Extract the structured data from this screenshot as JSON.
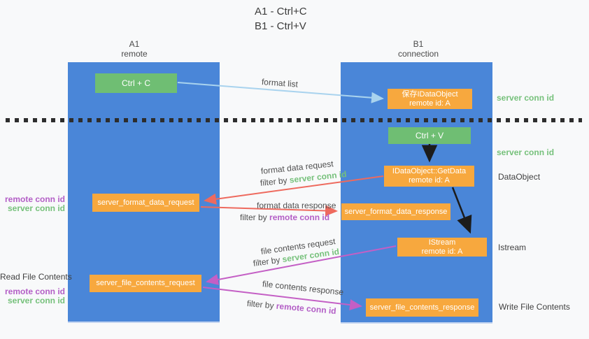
{
  "title": {
    "line1": "A1 - Ctrl+C",
    "line2": "B1 - Ctrl+V"
  },
  "columns": {
    "a1": {
      "name": "A1",
      "subtitle": "remote"
    },
    "b1": {
      "name": "B1",
      "subtitle": "connection"
    }
  },
  "nodes": {
    "ctrl_c": {
      "label": "Ctrl + C"
    },
    "save_idataobject": {
      "line1": "保存IDataObject",
      "line2": "remote id: A"
    },
    "ctrl_v": {
      "label": "Ctrl + V"
    },
    "getdata": {
      "line1": "IDataObject::GetData",
      "line2": "remote id: A"
    },
    "server_format_data_request": {
      "label": "server_format_data_request"
    },
    "server_format_data_response": {
      "label": "server_format_data_response"
    },
    "istream": {
      "line1": "IStream",
      "line2": "remote id: A"
    },
    "server_file_contents_request": {
      "label": "server_file_contents_request"
    },
    "server_file_contents_response": {
      "label": "server_file_contents_response"
    }
  },
  "right_labels": {
    "server_conn_id_top": "server conn id",
    "server_conn_id_mid": "server conn id",
    "dataobject": "DataObject",
    "istream": "Istream",
    "write_file_contents": "Write File Contents"
  },
  "left_labels": {
    "remote_conn_id_top": "remote conn id",
    "server_conn_id_top": "server conn id",
    "read_file_contents": "Read File Contents",
    "remote_conn_id_bottom": "remote conn id",
    "server_conn_id_bottom": "server conn id"
  },
  "arrow_labels": {
    "format_list": "format list",
    "filter_by": "filter by",
    "format_data_request": "format data request",
    "format_data_request_filter_key": "server conn id",
    "format_data_response": "format data response",
    "format_data_response_filter_key": "remote conn id",
    "file_contents_request": "file contents request",
    "file_contents_request_filter_key": "server conn id",
    "file_contents_response": "file contents response",
    "file_contents_response_filter_key": "remote conn id"
  },
  "colors": {
    "background": "#f8f9fa",
    "column_blue": "#4a86d8",
    "node_green": "#6fbe73",
    "node_orange": "#f7a83e",
    "label_green": "#76c17b",
    "label_purple": "#b35ec6",
    "arrow_blue": "#a9d3ee",
    "arrow_red": "#ee6a5e",
    "arrow_magenta": "#c45fc5",
    "arrow_black": "#1c1c1c"
  }
}
